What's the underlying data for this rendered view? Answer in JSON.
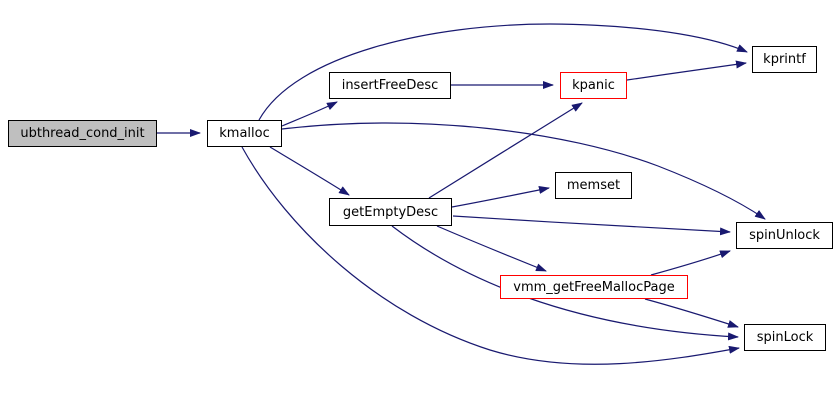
{
  "diagram": {
    "type": "call-graph",
    "background": "#ffffff",
    "edge_color": "#191970",
    "node_border_color": "#000000",
    "highlight_border_color": "#ff0000",
    "focus_fill_color": "#bfbfbf",
    "nodes": {
      "ubthread_cond_init": {
        "label": "ubthread_cond_init",
        "role": "focus"
      },
      "kmalloc": {
        "label": "kmalloc",
        "role": "normal"
      },
      "insertFreeDesc": {
        "label": "insertFreeDesc",
        "role": "normal"
      },
      "kpanic": {
        "label": "kpanic",
        "role": "highlighted"
      },
      "kprintf": {
        "label": "kprintf",
        "role": "normal"
      },
      "getEmptyDesc": {
        "label": "getEmptyDesc",
        "role": "normal"
      },
      "memset": {
        "label": "memset",
        "role": "normal"
      },
      "spinUnlock": {
        "label": "spinUnlock",
        "role": "normal"
      },
      "vmm_getFreeMallocPage": {
        "label": "vmm_getFreeMallocPage",
        "role": "highlighted"
      },
      "spinLock": {
        "label": "spinLock",
        "role": "normal"
      }
    },
    "edges": [
      {
        "from": "ubthread_cond_init",
        "to": "kmalloc"
      },
      {
        "from": "kmalloc",
        "to": "kprintf"
      },
      {
        "from": "kmalloc",
        "to": "insertFreeDesc"
      },
      {
        "from": "kmalloc",
        "to": "getEmptyDesc"
      },
      {
        "from": "kmalloc",
        "to": "spinUnlock"
      },
      {
        "from": "kmalloc",
        "to": "spinLock"
      },
      {
        "from": "insertFreeDesc",
        "to": "kpanic"
      },
      {
        "from": "kpanic",
        "to": "kprintf"
      },
      {
        "from": "getEmptyDesc",
        "to": "kpanic"
      },
      {
        "from": "getEmptyDesc",
        "to": "memset"
      },
      {
        "from": "getEmptyDesc",
        "to": "spinUnlock"
      },
      {
        "from": "getEmptyDesc",
        "to": "vmm_getFreeMallocPage"
      },
      {
        "from": "getEmptyDesc",
        "to": "spinLock"
      },
      {
        "from": "vmm_getFreeMallocPage",
        "to": "spinUnlock"
      },
      {
        "from": "vmm_getFreeMallocPage",
        "to": "spinLock"
      }
    ]
  }
}
